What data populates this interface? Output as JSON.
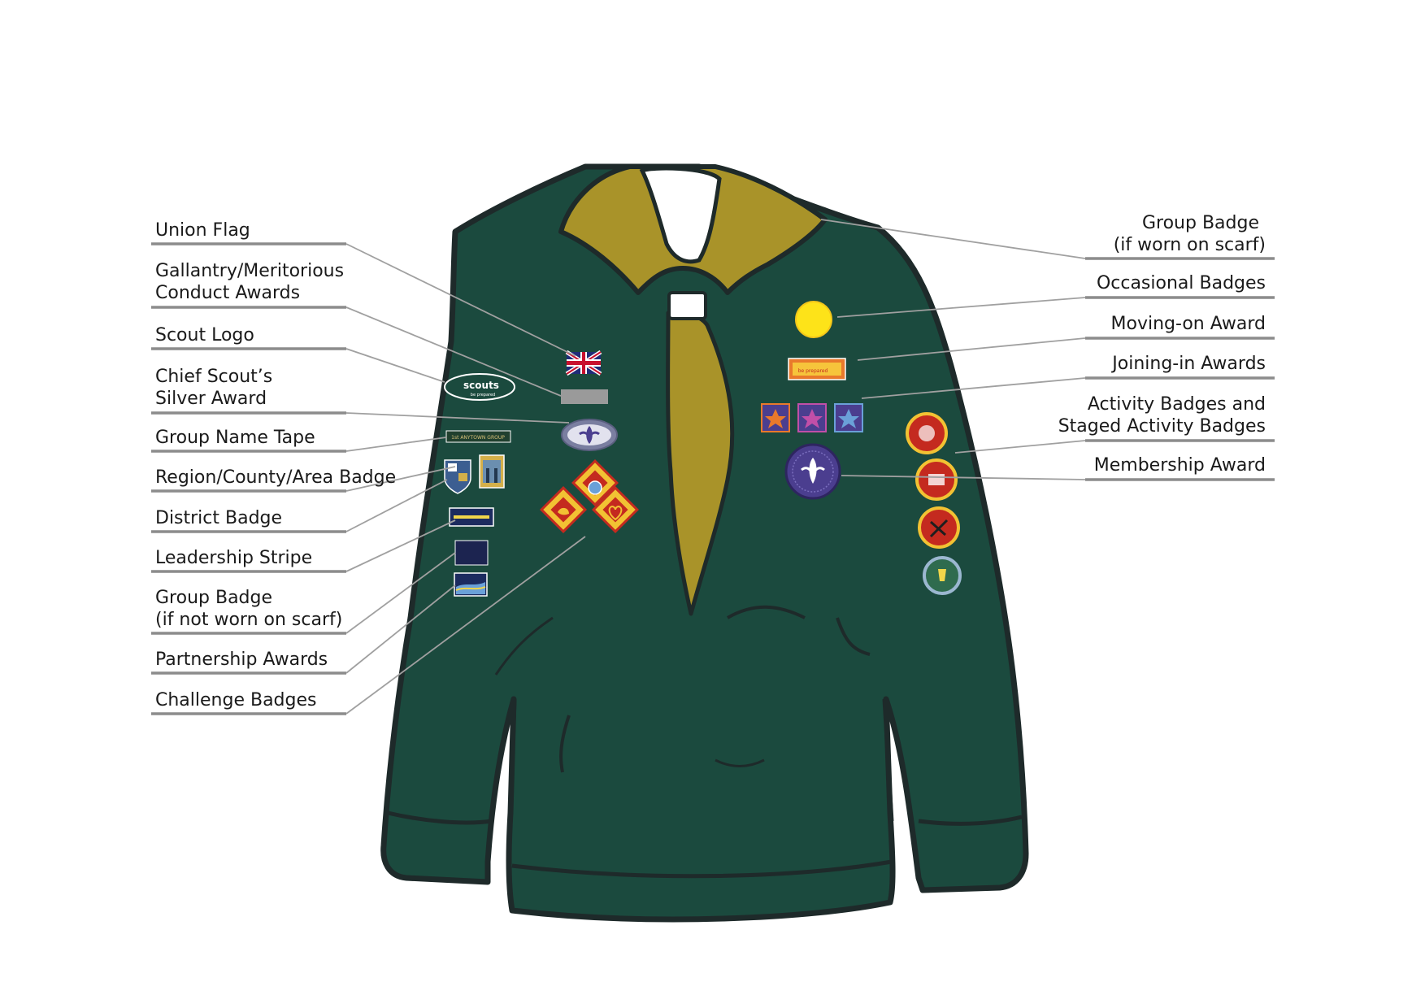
{
  "labels_left": [
    {
      "lines": [
        "Union Flag"
      ]
    },
    {
      "lines": [
        "Gallantry/Meritorious",
        "Conduct Awards"
      ]
    },
    {
      "lines": [
        "Scout Logo"
      ]
    },
    {
      "lines": [
        "Chief Scout’s",
        "Silver Award"
      ]
    },
    {
      "lines": [
        "Group Name Tape"
      ]
    },
    {
      "lines": [
        "Region/County/Area Badge"
      ]
    },
    {
      "lines": [
        "District Badge"
      ]
    },
    {
      "lines": [
        "Leadership Stripe"
      ]
    },
    {
      "lines": [
        "Group Badge",
        "(if not worn on scarf)"
      ]
    },
    {
      "lines": [
        "Partnership Awards"
      ]
    },
    {
      "lines": [
        "Challenge Badges"
      ]
    }
  ],
  "labels_right": [
    {
      "lines": [
        "Group Badge",
        "(if worn on scarf)"
      ]
    },
    {
      "lines": [
        "Occasional Badges"
      ]
    },
    {
      "lines": [
        "Moving-on Award"
      ]
    },
    {
      "lines": [
        "Joining-in Awards"
      ]
    },
    {
      "lines": [
        "Activity Badges and",
        "Staged Activity Badges"
      ]
    },
    {
      "lines": [
        "Membership Award"
      ]
    }
  ],
  "logo_text": "scouts",
  "logo_tagline": "be prepared",
  "moving_on_text": "be prepared",
  "name_tape_text": "1st ANYTOWN GROUP",
  "colors": {
    "jumper": "#1b4a3e",
    "scarf": "#a99329",
    "outline": "#1e2a2a",
    "leader_line": "#a0a0a0",
    "underline": "#8c8c8c",
    "badge_purple": "#4b3e8f",
    "badge_yellow": "#fde319",
    "badge_red": "#c42a1f"
  }
}
